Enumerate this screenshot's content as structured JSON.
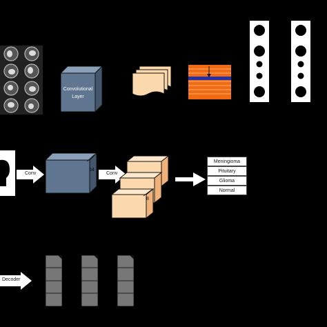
{
  "row1": {
    "conv_block_label": "Convolutional Layer"
  },
  "row2": {
    "arrow1_label": "Conv",
    "block_dim_label": "64",
    "arrow2_label": "Conv",
    "stack_dim_label": "8",
    "classes": [
      "Meningioma",
      "Pituitary",
      "Glioma",
      "Normal"
    ]
  },
  "row3": {
    "arrow_label": "Decoder"
  },
  "colors": {
    "background": "#000000",
    "conv_block": "#5f7590",
    "feature_map": "#fbd9ad",
    "stripe_orange": "#f26a12",
    "stripe_blue": "#2233aa",
    "decoder_column": "#777777"
  }
}
